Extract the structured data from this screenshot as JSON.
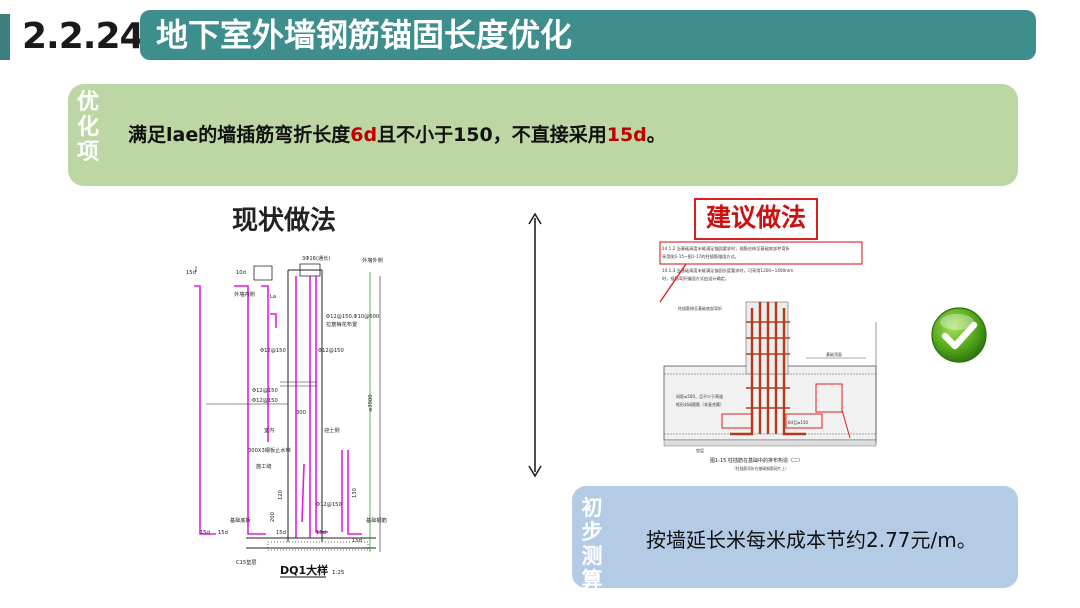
{
  "header": {
    "section_number": "2.2.24",
    "title": "地下室外墙钢筋锚固长度优化"
  },
  "optimization": {
    "tag": [
      "优",
      "化",
      "项"
    ],
    "text_parts": [
      {
        "text": "满足lae的墙插筋弯折长度",
        "red": false
      },
      {
        "text": "6d",
        "red": true
      },
      {
        "text": "且不小于150，不直接采用",
        "red": false
      },
      {
        "text": "15d",
        "red": true
      },
      {
        "text": "。",
        "red": false
      }
    ]
  },
  "current_practice": {
    "title": "现状做法",
    "drawing": {
      "caption": "DQ1大样",
      "scale": "1:25",
      "labels": {
        "top_left_15d": "15d",
        "top_10d": "10d",
        "top_bar": "3Φ16(通长)",
        "outer_label": "外墙外侧",
        "inner_label": "外墙内侧",
        "la": "La",
        "lap_note": "Φ12@150,Φ10@600",
        "tie_note": "拉筋梅花布置",
        "bar_1": "Φ12@150",
        "bar_2": "Φ12@150",
        "bar_3": "Φ12@150",
        "bar_4": "Φ12@150",
        "dim_300": "300",
        "dim_3900": "≤3900",
        "indoor": "室内",
        "soil_side": "迎土侧",
        "waterstop": "300X3钢板止水带",
        "construction_joint": "施工缝",
        "dim_120": "120",
        "dim_200": "200",
        "dim_130": "130",
        "bar_5": "Φ12@150",
        "bottom_15d_a": "15d",
        "bottom_15d_b": "15d",
        "bottom_15d_c": "15d",
        "bottom_15d_d": "15d",
        "bottom_15d_e": "15d",
        "foundation_note": "基础底板",
        "base_note": "C15垫层",
        "rebar_note_right": "基础钢筋"
      }
    }
  },
  "suggested_practice": {
    "title": "建议做法",
    "drawing": {
      "spec_line1": "14.1.2 当基础高度未能满足锚固要求时，插筋应伸至基础底部并弯折",
      "spec_line2": "采用图1-15~图1-17的柱插筋锚固方式。",
      "spec_line3": "14.1.3 当基础高度未能满足锚固长度要求时，可采用1200~1400mm",
      "spec_line4": "时，插筋弯折锚固方式由设计确定。",
      "note_left": "柱插筋伸至基础底部弯折",
      "note_left2": "间距≤500，且不少于两道",
      "note_left3": "矩形封闭箍筋（非复合箍）",
      "top_label": "基础顶面",
      "bottom_label": "垫层",
      "dim_label": "6d且≥150",
      "caption": "图1-15  柱插筋在基础中的排布构造（二）",
      "caption_sub": "（柱插筋弯折在基础钢筋网片上）"
    }
  },
  "check_icon": "green-check-icon",
  "savings": {
    "tag": [
      "初",
      "步",
      "测",
      "算"
    ],
    "text": "按墙延长米每米成本节约2.77元/m。"
  },
  "colors": {
    "title_bar": "#3d8e8c",
    "optimization_bg": "#bcd7a3",
    "savings_bg": "#b4cbe6",
    "highlight_red": "#c00000",
    "drawing_magenta": "#e020e0"
  }
}
